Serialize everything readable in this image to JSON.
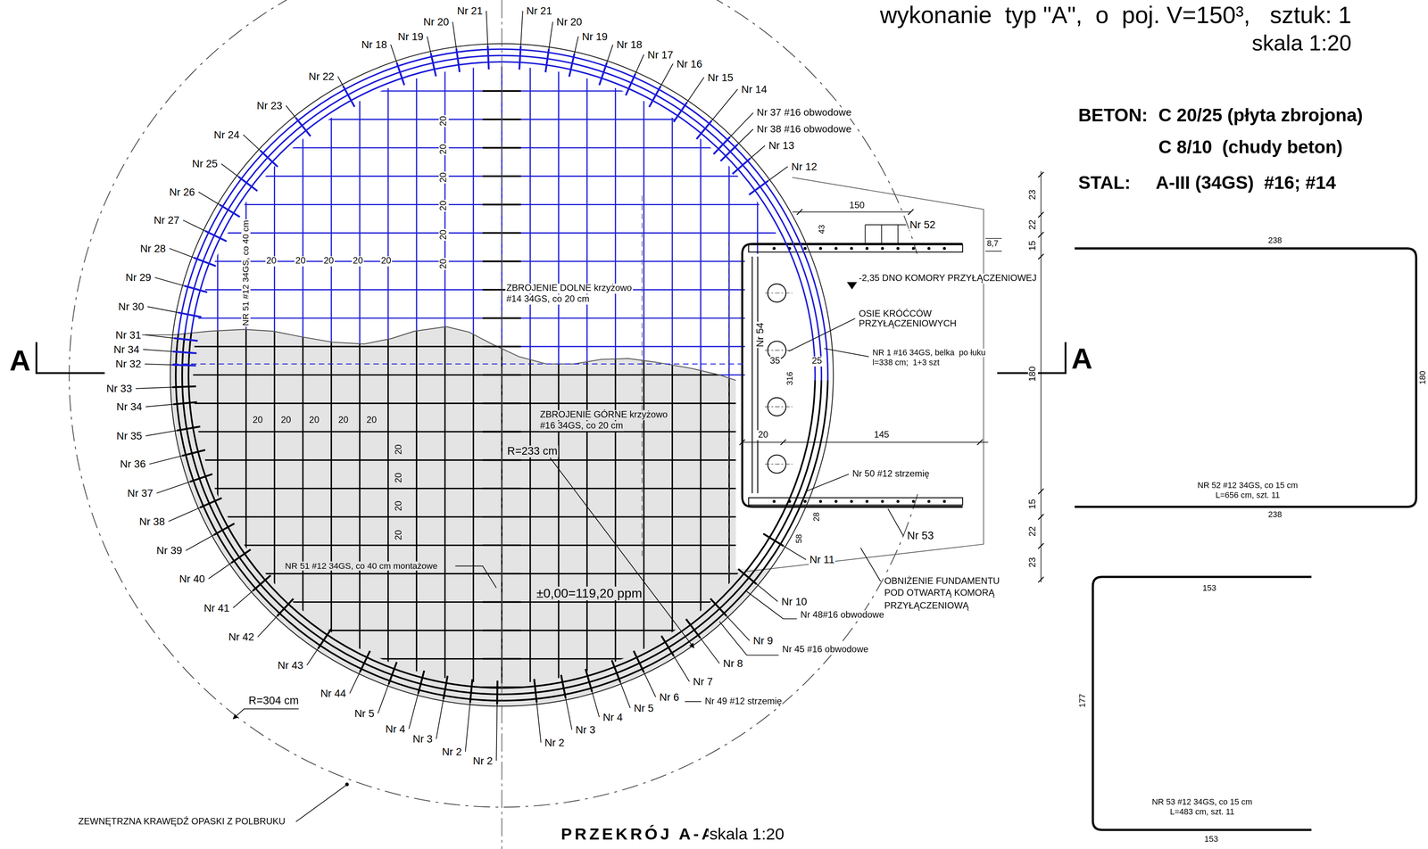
{
  "diagram": {
    "title": "wykonanie  typ \"A\",  o  poj. V=150³,   sztuk: 1",
    "labels": [
      "skala 1:20",
      "BETON:",
      "C 20/25 (płyta zbrojona)",
      "C 8/10  (chudy beton)",
      "STAL:",
      "A-III (34GS)  #16; #14",
      "Nr 21",
      "Nr 21",
      "Nr 20",
      "Nr 20",
      "Nr 19",
      "Nr 19",
      "Nr 18",
      "Nr 18",
      "Nr 17",
      "Nr 16",
      "Nr 15",
      "Nr 14",
      "Nr 37 #16 obwodowe",
      "Nr 38 #16 obwodowe",
      "Nr 13",
      "Nr 12",
      "Nr 22",
      "Nr 23",
      "Nr 24",
      "Nr 25",
      "Nr 26",
      "Nr 27",
      "Nr 28",
      "Nr 29",
      "Nr 30",
      "Nr 31",
      "Nr 34",
      "Nr 32",
      "Nr 33",
      "Nr 34",
      "Nr 35",
      "Nr 36",
      "Nr 37",
      "Nr 38",
      "Nr 39",
      "Nr 40",
      "Nr 41",
      "Nr 42",
      "Nr 43",
      "Nr 44",
      "Nr 5",
      "Nr 4",
      "Nr 3",
      "Nr 2",
      "Nr 2",
      "Nr 2",
      "Nr 3",
      "Nr 4",
      "Nr 5",
      "Nr 6",
      "Nr 49 #12 strzemię",
      "Nr 7",
      "Nr 8",
      "Nr 45 #16 obwodowe",
      "Nr 9",
      "Nr 48#16 obwodowe",
      "Nr 10",
      "Nr 11",
      "ZBROJENIE DOLNE krzyżowo",
      "#14 34GS, co 20 cm",
      "ZBROJENIE GÓRNE krzyżowo",
      "#16 34GS, co 20 cm",
      "R=233 cm",
      "NR 51 #12 34GS, co 40 cm montażowe",
      "±0,00=119,20 ppm",
      "NR 51 #12 34GS, co 40 cm",
      "R=304 cm",
      "ZEWNĘTRZNA KRAWĘDŹ OPASKI Z POLBRUKU",
      "PRZEKRÓJ A-A",
      "skala 1:20",
      "A",
      "A",
      "20",
      "20",
      "20",
      "20",
      "20",
      "20",
      "20",
      "20",
      "20",
      "20",
      "20",
      "20",
      "20",
      "20",
      "20",
      "20",
      "20",
      "20",
      "20",
      "20",
      "150",
      "Nr 52",
      "43",
      "8,7",
      "-2,35 DNO KOMORY PRZYŁĄCZENIOWEJ",
      "OSIE KRÓĆCÓW",
      "PRZYŁĄCZENIOWYCH",
      "Nr 54",
      "35",
      "25",
      "316",
      "NR 1 #16 34GS, belka  po łuku",
      "l=338 cm;  1+3 szt",
      "20",
      "145",
      "Nr 50 #12 strzemię",
      "Nr 53",
      "28",
      "58",
      "OBNIŻENIE FUNDAMENTU",
      "POD OTWARTĄ KOMORĄ",
      "PRZYŁĄCZENIOWĄ",
      "23",
      "22",
      "15",
      "180",
      "15",
      "22",
      "23",
      "238",
      "180",
      "NR 52 #12 34GS, co 15 cm",
      "L=656 cm, szt. 11",
      "238",
      "153",
      "177",
      "NR 53 #12 34GS, co 15 cm",
      "L=483 cm, szt. 11",
      "153"
    ]
  }
}
